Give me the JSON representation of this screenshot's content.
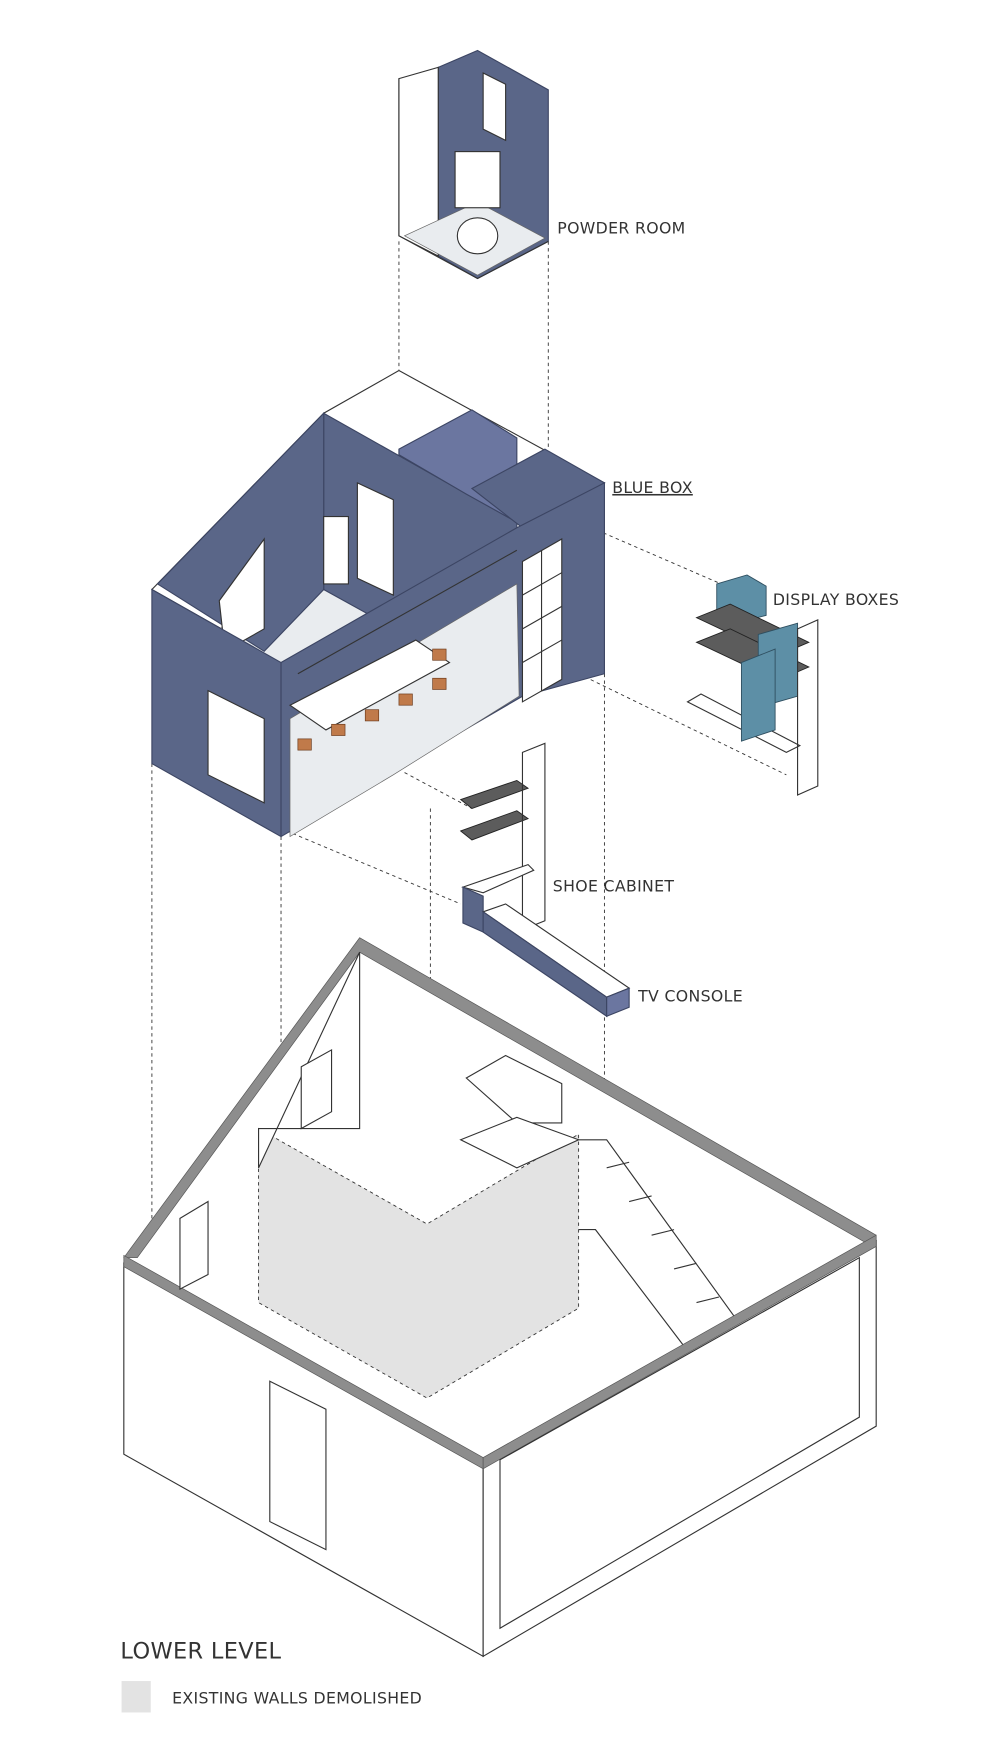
{
  "labels": {
    "powder_room": "POWDER ROOM",
    "blue_box": "BLUE BOX",
    "display_boxes": "DISPLAY BOXES",
    "shoe_cabinet": "SHOE CABINET",
    "tv_console": "TV CONSOLE"
  },
  "title": "LOWER LEVEL",
  "legend": {
    "items": [
      {
        "label": "EXISTING WALLS DEMOLISHED",
        "color": "#e3e3e3"
      }
    ]
  },
  "colors": {
    "blue_box": "#5a6688",
    "display_box": "#5d8fa6",
    "demolished": "#e3e3e3"
  }
}
